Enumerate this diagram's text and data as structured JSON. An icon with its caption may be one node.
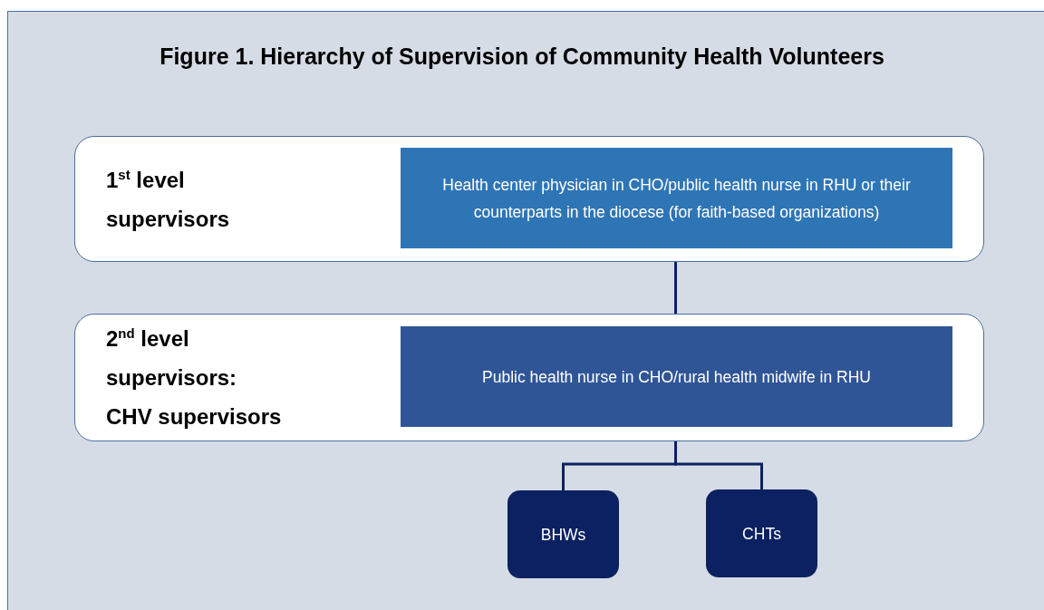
{
  "diagram": {
    "title": "Figure 1. Hierarchy of Supervision of Community Health Volunteers",
    "nodes": [
      {
        "text": [
          "1$^{st}$ level supervisors"
        ]
      },
      {
        "text": [
          "Health center physician in CHO/public health nurse in RHU or their counterparts in the diocese (for faith-based organizations)"
        ],
        "in": 0
      },
      {
        "text": [
          "2$^{nd}$ level supervisors:",
          "CHV supervisors"
        ]
      },
      {
        "text": [
          "Public health nurse in CHO/rural health midwife in RHU"
        ],
        "in": 2
      },
      {
        "text": [
          "BHWs"
        ]
      },
      {
        "text": [
          "CHTs"
        ]
      }
    ],
    "edges": [
      {
        "from": 1,
        "to": 3,
        "arrow": "none"
      },
      {
        "from": 3,
        "to": 4,
        "arrow": "none"
      },
      {
        "from": 3,
        "to": 5,
        "arrow": "none"
      }
    ]
  }
}
